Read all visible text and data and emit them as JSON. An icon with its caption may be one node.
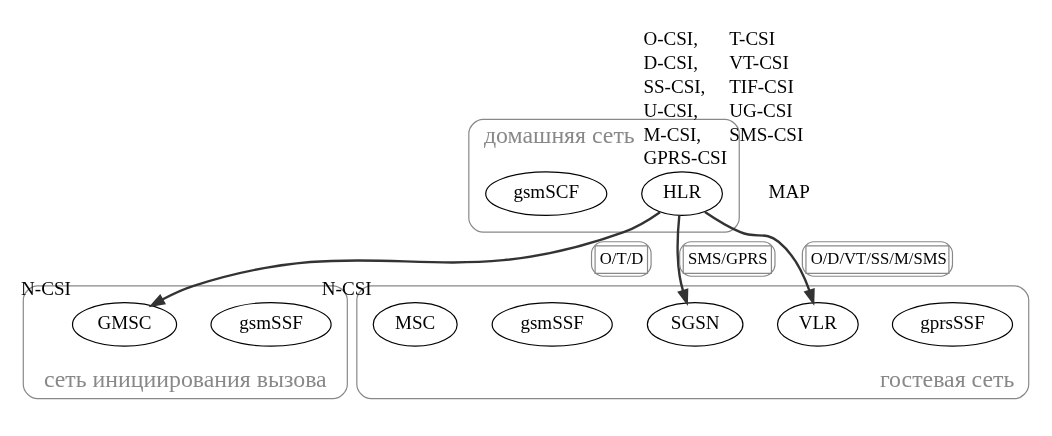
{
  "diagram": {
    "nodes": [
      {
        "text": [
          "домашняя сеть"
        ]
      },
      {
        "text": [
          "HLR"
        ],
        "in": 0,
        "beside": [
          "O-CSI,",
          "T-CSI",
          "D-CSI,",
          "VT-CSI",
          "SS-CSI,",
          "TIF-CSI",
          "U-CSI,",
          "UG-CSI",
          "M-CSI,",
          "SMS-CSI",
          "GPRS-CSI"
        ]
      },
      {
        "text": [
          "gsmSCF"
        ],
        "in": 0
      },
      {
        "text": [
          "сеть инициирования вызова"
        ]
      },
      {
        "text": [
          "gsmSSF"
        ],
        "in": 3
      },
      {
        "text": [
          "GMSC"
        ],
        "in": 3,
        "beside": [
          "N-CSI"
        ]
      },
      {
        "text": [
          "гостевая сеть"
        ]
      },
      {
        "text": [
          "gprsSSF"
        ],
        "in": 6
      },
      {
        "text": [
          "SGSN"
        ],
        "in": 6
      },
      {
        "text": [
          "VLR"
        ],
        "in": 6
      },
      {
        "text": [
          "gsmSSF"
        ],
        "in": 6
      },
      {
        "text": [
          "MSC"
        ],
        "in": 6,
        "beside": [
          "N-CSI"
        ]
      }
    ],
    "edges": [
      {
        "from": 1,
        "to": 5,
        "arrow": "to",
        "label": "O/T/D"
      },
      {
        "from": 1,
        "to": 9,
        "arrow": "to",
        "label": "O/D/VT/SS/M/SMS"
      },
      {
        "from": 1,
        "to": 8,
        "arrow": "to",
        "label": "SMS/GPRS"
      }
    ],
    "labels": [
      "MAP"
    ]
  }
}
